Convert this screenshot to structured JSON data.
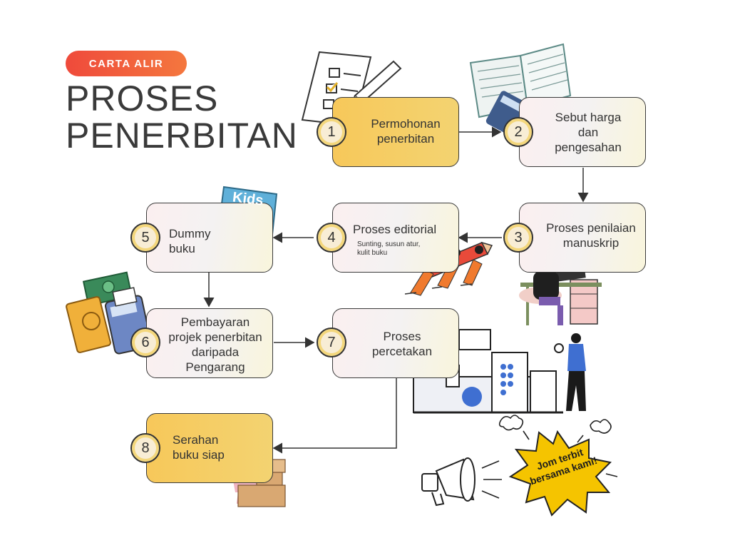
{
  "header": {
    "badge": "CARTA ALIR",
    "title_line1": "PROSES",
    "title_line2": "PENERBITAN"
  },
  "steps": [
    {
      "number": "1",
      "label": "Permohonan penerbitan"
    },
    {
      "number": "2",
      "label": "Sebut harga dan pengesahan"
    },
    {
      "number": "3",
      "label": "Proses penilaian manuskrip"
    },
    {
      "number": "4",
      "label": "Proses editorial",
      "note": "Sunting, susun atur, kulit buku"
    },
    {
      "number": "5",
      "label": "Dummy buku"
    },
    {
      "number": "6",
      "label": "Pembayaran projek penerbitan daripada Pengarang"
    },
    {
      "number": "7",
      "label": "Proses percetakan"
    },
    {
      "number": "8",
      "label": "Serahan buku siap"
    }
  ],
  "callout": {
    "text": "Jom terbit bersama kami!"
  },
  "illustrations": {
    "book_cover_text": "Kids",
    "icons": [
      "checklist-icon",
      "pen-icon",
      "ledger-book-icon",
      "calculator-icon",
      "person-at-desk-icon",
      "team-carrying-pencil-icon",
      "kids-book-icon",
      "money-icon",
      "payment-terminal-icon",
      "printing-press-icon",
      "courier-person-icon",
      "megaphone-icon",
      "burst-icon"
    ]
  },
  "colors": {
    "badge": "#ef4a3b",
    "highlight_box": "#f7c85a",
    "burst": "#f5c400",
    "accent_blue": "#3f6fd1"
  }
}
